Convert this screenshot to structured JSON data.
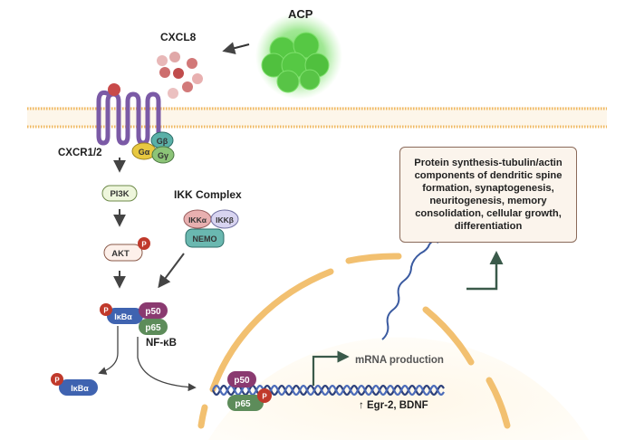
{
  "labels": {
    "acp": "ACP",
    "cxcl8": "CXCL8",
    "receptor": "CXCR1/2",
    "g_alpha": "Gα",
    "g_beta": "Gβ",
    "g_gamma": "Gγ",
    "pi3k": "PI3K",
    "akt": "AKT",
    "ikk_complex": "IKK Complex",
    "ikk_alpha": "IKKα",
    "ikk_beta": "IKKβ",
    "nemo": "NEMO",
    "phospho": "P",
    "ikba": "IκBα",
    "p50": "p50",
    "p65": "p65",
    "nfkb": "NF-κB",
    "mrna": "mRNA production",
    "genes": "↑ Egr-2, BDNF"
  },
  "outcome": "Protein synthesis-tubulin/actin components of dendritic spine formation, synaptogenesis, neuritogenesis, memory consolidation, cellular growth, differentiation",
  "colors": {
    "membrane": "#f0b860",
    "receptor": "#7b5aa6",
    "acp_green": "#5ecf4a",
    "cxcl8_red": "#c85a5a",
    "phospho": "#c0392b",
    "ikba": "#3f63b0",
    "p50": "#8a3a70",
    "p65": "#5d8c5a",
    "dna": "#2b3f7a",
    "arrow_dark": "#3a5a4a"
  }
}
